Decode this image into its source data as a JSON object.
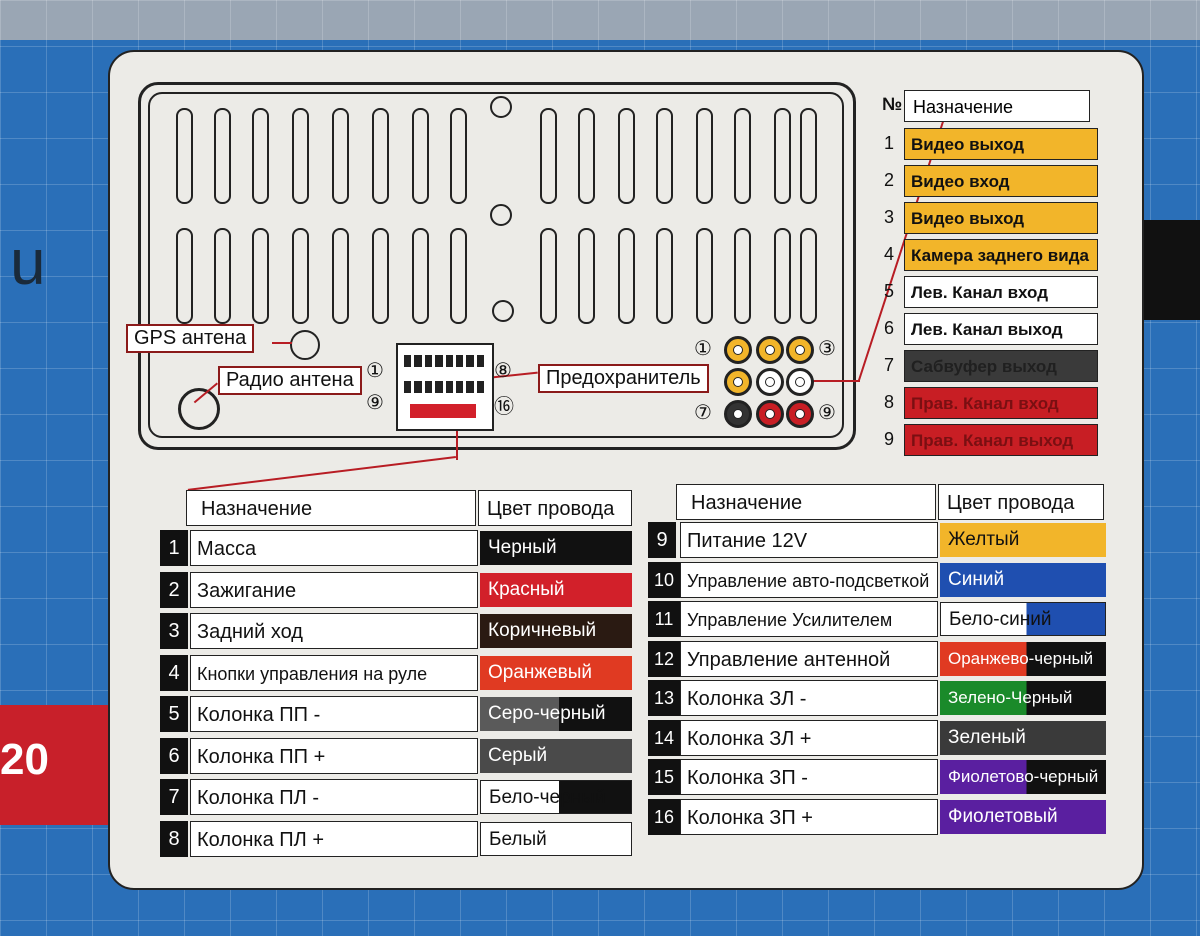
{
  "panel": {
    "gps_label": "GPS антена",
    "radio_label": "Радио антена",
    "fuse_label": "Предохранитель",
    "iso_pin_marks": [
      "①",
      "⑧",
      "⑨",
      "⑯"
    ],
    "rca_marks": [
      "①",
      "③",
      "⑦",
      "⑨"
    ]
  },
  "rca_table": {
    "num_header": "№",
    "header": "Назначение",
    "rows": [
      {
        "num": "1",
        "label": "Видео выход",
        "bg": "#f2b52a",
        "fg": "#111111"
      },
      {
        "num": "2",
        "label": "Видео вход",
        "bg": "#f2b52a",
        "fg": "#111111"
      },
      {
        "num": "3",
        "label": "Видео выход",
        "bg": "#f2b52a",
        "fg": "#111111"
      },
      {
        "num": "4",
        "label": "Камера заднего вида",
        "bg": "#f2b52a",
        "fg": "#111111"
      },
      {
        "num": "5",
        "label": "Лев. Канал вход",
        "bg": "#ffffff",
        "fg": "#111111"
      },
      {
        "num": "6",
        "label": "Лев. Канал выход",
        "bg": "#ffffff",
        "fg": "#111111"
      },
      {
        "num": "7",
        "label": "Сабвуфер выход",
        "bg": "#3a3a3a",
        "fg": "#202020"
      },
      {
        "num": "8",
        "label": "Прав. Канал вход",
        "bg": "#c81e24",
        "fg": "#7a0f12"
      },
      {
        "num": "9",
        "label": "Прав. Канал выход",
        "bg": "#c81e24",
        "fg": "#7a0f12"
      }
    ]
  },
  "wire_table_left": {
    "header_purpose": "Назначение",
    "header_color": "Цвет провода",
    "rows": [
      {
        "num": "1",
        "purpose": "Масса",
        "color": "Черный",
        "bg": "#111111",
        "bg2": "",
        "fg": "#ffffff"
      },
      {
        "num": "2",
        "purpose": "Зажигание",
        "color": "Красный",
        "bg": "#d2202a",
        "bg2": "",
        "fg": "#ffffff"
      },
      {
        "num": "3",
        "purpose": "Задний ход",
        "color": "Коричневый",
        "bg": "#2a1a12",
        "bg2": "",
        "fg": "#ffffff"
      },
      {
        "num": "4",
        "purpose": "Кнопки управления на руле",
        "color": "Оранжевый",
        "bg": "#e03a22",
        "bg2": "",
        "fg": "#ffffff"
      },
      {
        "num": "5",
        "purpose": "Колонка ПП -",
        "color": "Серо-черный",
        "bg": "#5a5a5a",
        "bg2": "#111111",
        "fg": "#ffffff"
      },
      {
        "num": "6",
        "purpose": "Колонка ПП +",
        "color": "Серый",
        "bg": "#4a4a4a",
        "bg2": "",
        "fg": "#ffffff"
      },
      {
        "num": "7",
        "purpose": "Колонка ПЛ -",
        "color": "Бело-черный",
        "bg": "#ffffff",
        "bg2": "#111111",
        "fg": "#111111"
      },
      {
        "num": "8",
        "purpose": "Колонка ПЛ +",
        "color": "Белый",
        "bg": "#ffffff",
        "bg2": "",
        "fg": "#111111"
      }
    ]
  },
  "wire_table_right": {
    "header_purpose": "Назначение",
    "header_color": "Цвет провода",
    "rows": [
      {
        "num": "9",
        "purpose": "Питание 12V",
        "color": "Желтый",
        "bg": "#f2b52a",
        "bg2": "",
        "fg": "#111111"
      },
      {
        "num": "10",
        "purpose": "Управление авто-подсветкой",
        "color": "Синий",
        "bg": "#1f4fb0",
        "bg2": "",
        "fg": "#ffffff"
      },
      {
        "num": "11",
        "purpose": "Управление Усилителем",
        "color": "Бело-синий",
        "bg": "#ffffff",
        "bg2": "#1f4fb0",
        "fg": "#111111"
      },
      {
        "num": "12",
        "purpose": "Управление антенной",
        "color": "Оранжево-черный",
        "bg": "#e03a22",
        "bg2": "#111111",
        "fg": "#ffffff"
      },
      {
        "num": "13",
        "purpose": "Колонка ЗЛ -",
        "color": "Зелено-Черный",
        "bg": "#1a8a2a",
        "bg2": "#111111",
        "fg": "#ffffff"
      },
      {
        "num": "14",
        "purpose": "Колонка ЗЛ +",
        "color": "Зеленый",
        "bg": "#3a3a3a",
        "bg2": "",
        "fg": "#ffffff"
      },
      {
        "num": "15",
        "purpose": "Колонка ЗП -",
        "color": "Фиолетово-черный",
        "bg": "#5a1fa0",
        "bg2": "#111111",
        "fg": "#ffffff"
      },
      {
        "num": "16",
        "purpose": "Колонка ЗП +",
        "color": "Фиолетовый",
        "bg": "#5a1fa0",
        "bg2": "",
        "fg": "#ffffff"
      }
    ]
  },
  "background": {
    "brand_fragment": "20",
    "brand_letter": "u"
  }
}
